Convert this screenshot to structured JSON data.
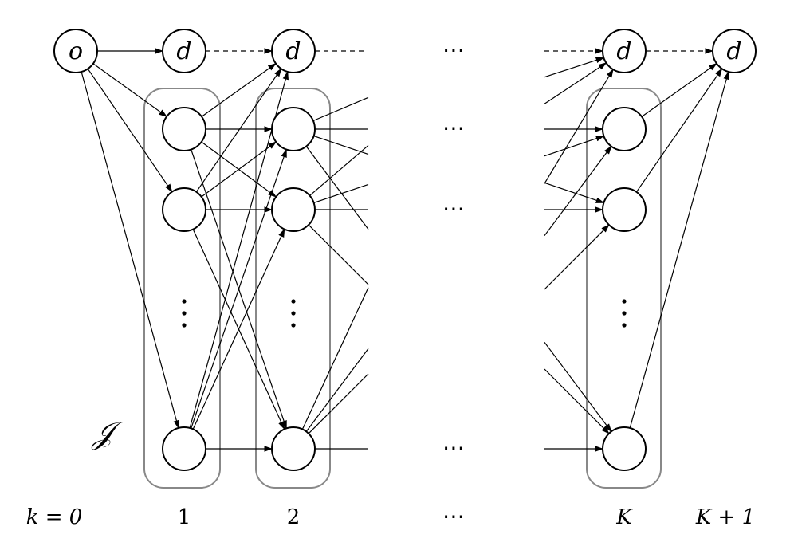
{
  "diagram": {
    "origin_label": "o",
    "destination_label": "d",
    "set_label": "𝒥",
    "stage_labels": {
      "k0": "k = 0",
      "k1": "1",
      "k2": "2",
      "kdots": "⋯",
      "kK": "K",
      "kK1": "K + 1"
    },
    "ellipsis": "⋯",
    "colors": {
      "node_stroke": "#000000",
      "group_box": "#888888",
      "edge": "#000000"
    }
  }
}
